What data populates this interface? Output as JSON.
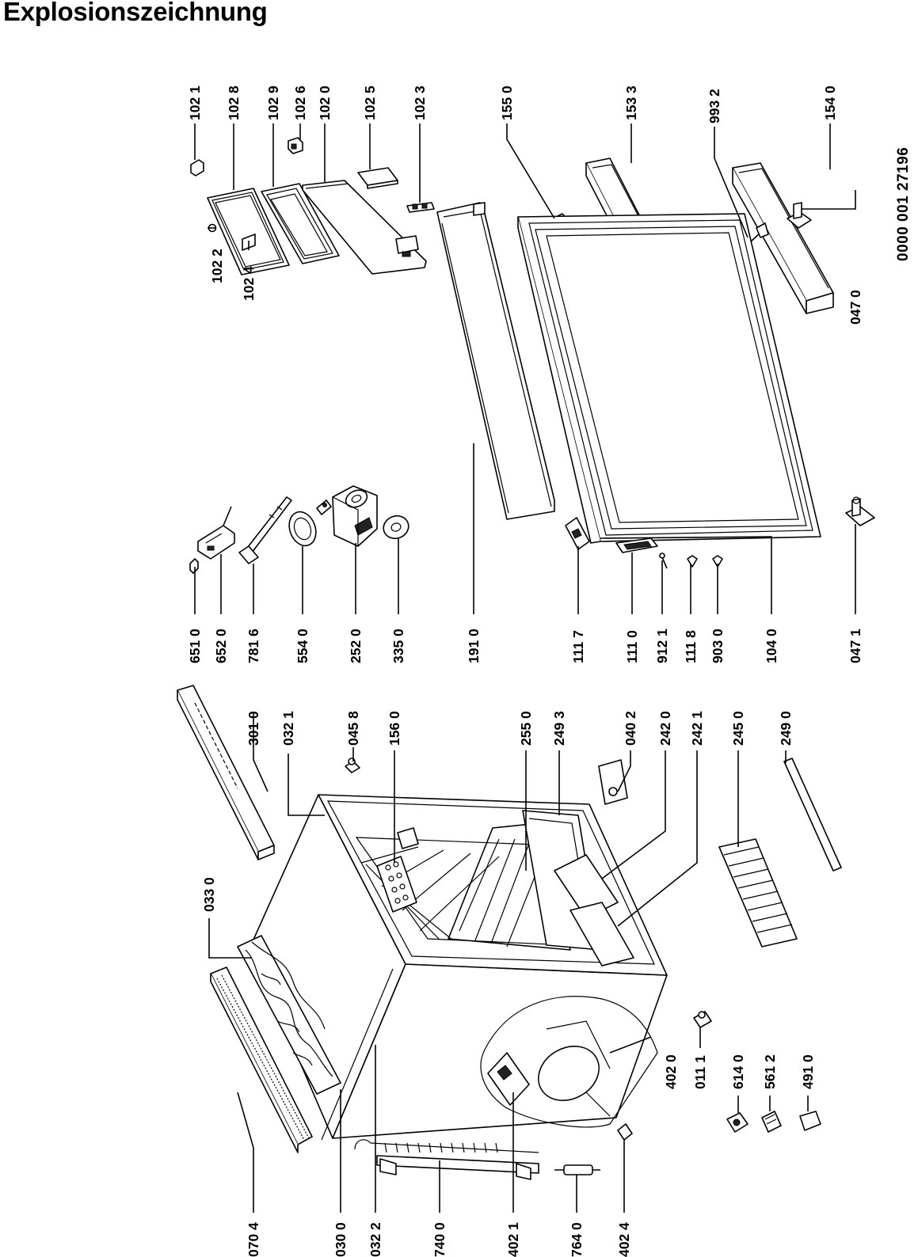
{
  "title": "Explosionszeichnung",
  "document_number": "0000 001 27196",
  "part_labels": [
    {
      "id": "top-row",
      "items": [
        "102 1",
        "102 8",
        "102 9",
        "102 6",
        "102 0",
        "102 5",
        "102 3",
        "155 0",
        "153 3",
        "993 2",
        "154 0"
      ]
    },
    {
      "id": "top-left",
      "items": [
        "102 2",
        "102 4",
        "047 0"
      ]
    },
    {
      "id": "middle-row",
      "items": [
        "651 0",
        "652 0",
        "781 6",
        "554 0",
        "252 0",
        "335 0",
        "191 0",
        "111 7",
        "111 0",
        "912 1",
        "111 8",
        "903 0",
        "104 0",
        "047 1"
      ]
    },
    {
      "id": "cabinet-upper",
      "items": [
        "033 0",
        "301 0",
        "032 1",
        "045 8",
        "156 0",
        "255 0",
        "249 3",
        "040 2",
        "242 0",
        "242 1",
        "245 0",
        "249 0"
      ]
    },
    {
      "id": "cabinet-lower",
      "items": [
        "402 0",
        "011 1",
        "614 0",
        "561 2",
        "491 0"
      ]
    },
    {
      "id": "bottom-row",
      "items": [
        "070 4",
        "030 0",
        "032 2",
        "740 0",
        "402 1",
        "764 0",
        "402 4"
      ]
    }
  ]
}
